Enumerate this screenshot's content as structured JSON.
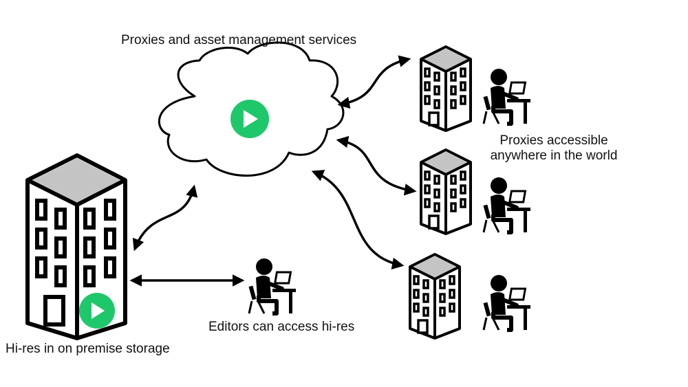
{
  "labels": {
    "cloud_title": "Proxies and asset management services",
    "proxies_line1": "Proxies accessible",
    "proxies_line2": "anywhere in the world",
    "editors": "Editors can access hi-res",
    "hires_storage": "Hi-res in on premise storage"
  },
  "icons": {
    "cloud": "cloud-icon",
    "play": "play-button-icon",
    "building": "office-building-icon",
    "person": "person-at-laptop-icon",
    "arrow": "double-headed-arrow-icon"
  },
  "colors": {
    "play_green": "#1ec86a",
    "roof_gray": "#c4c4c4",
    "line": "#000000"
  }
}
